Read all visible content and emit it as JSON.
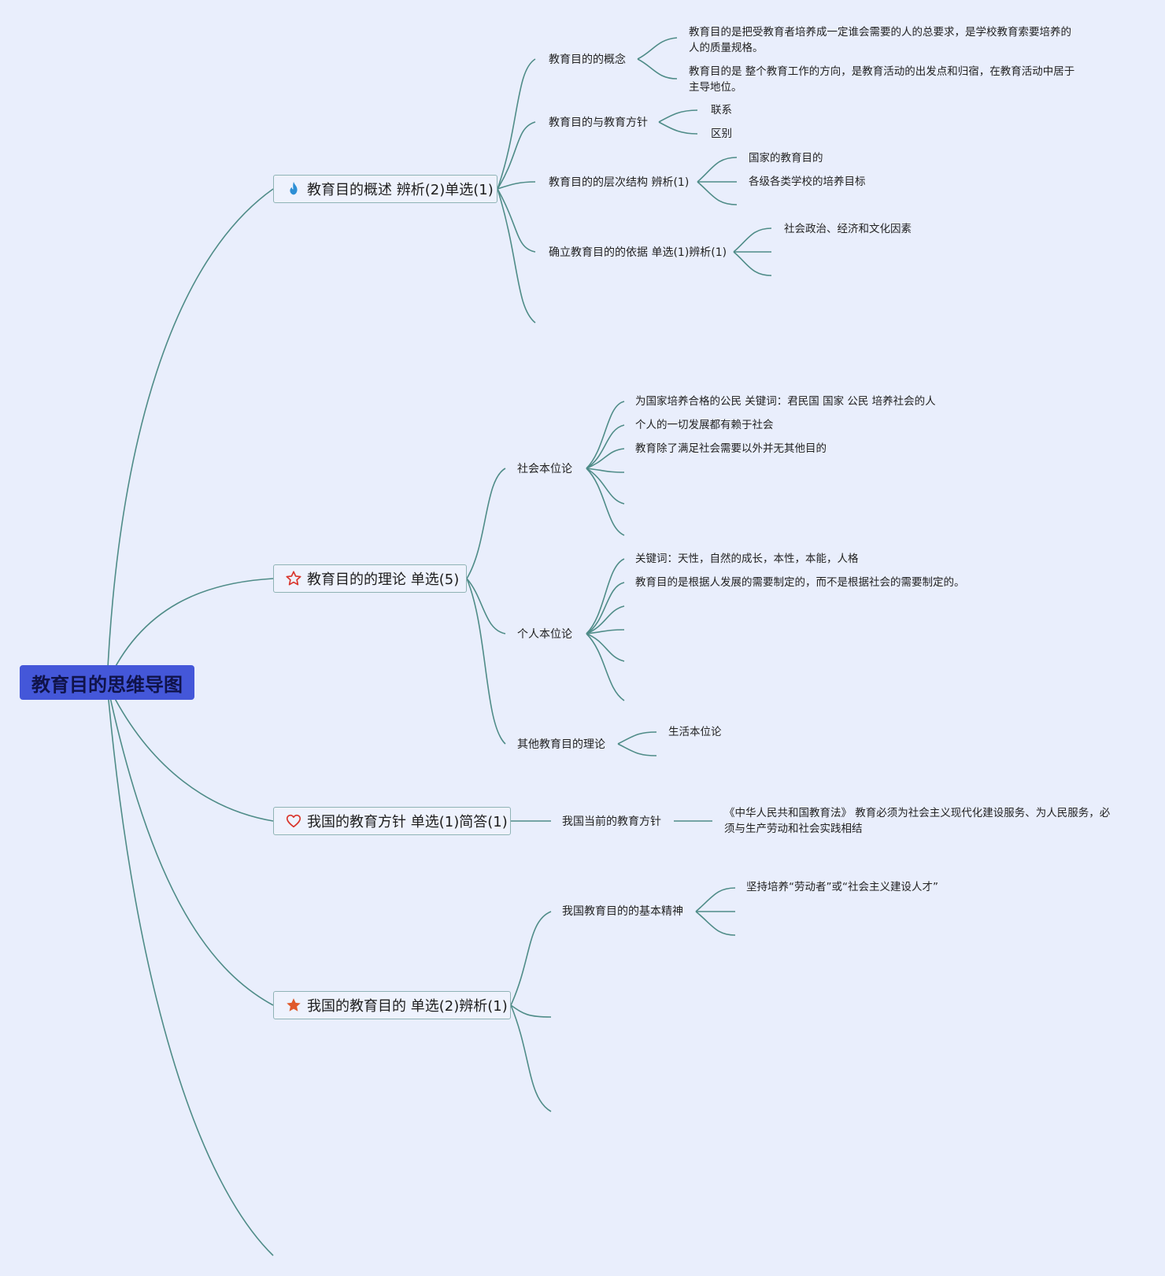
{
  "root": {
    "title": "教育目的思维导图"
  },
  "topics": [
    {
      "label": "教育目的概述 辨析(2)单选(1)",
      "icon": "fire-icon",
      "icon_color": "#2d8fd5",
      "children": [
        {
          "label": "教育目的的概念",
          "leaves": [
            "教育目的是把受教育者培养成一定谁会需要的人的总要求，是学校教育索要培养的人的质量规格。",
            "教育目的是 整个教育工作的方向，是教育活动的出发点和归宿，在教育活动中居于主导地位。"
          ]
        },
        {
          "label": "教育目的与教育方针",
          "leaves": [
            "联系",
            "区别"
          ]
        },
        {
          "label": "教育目的的层次结构 辨析(1)",
          "leaves": [
            "国家的教育目的",
            "各级各类学校的培养目标"
          ]
        },
        {
          "label": "确立教育目的的依据 单选(1)辨析(1)",
          "leaves": [
            "社会政治、经济和文化因素"
          ]
        }
      ]
    },
    {
      "label": "教育目的的理论 单选(5)",
      "icon": "star-outline-icon",
      "icon_color": "#d9342b",
      "children": [
        {
          "label": "社会本位论",
          "leaves": [
            "为国家培养合格的公民 关键词：君民国 国家 公民 培养社会的人",
            "个人的一切发展都有赖于社会",
            "教育除了满足社会需要以外并无其他目的"
          ]
        },
        {
          "label": "个人本位论",
          "leaves": [
            "关键词：天性，自然的成长，本性，本能，人格",
            "教育目的是根据人发展的需要制定的，而不是根据社会的需要制定的。"
          ]
        },
        {
          "label": "其他教育目的理论",
          "leaves": [
            "生活本位论"
          ]
        }
      ]
    },
    {
      "label": "我国的教育方针 单选(1)简答(1)",
      "icon": "heart-outline-icon",
      "icon_color": "#d9342b",
      "children": [
        {
          "label": "我国当前的教育方针",
          "leaves": [
            "《中华人民共和国教育法》 教育必须为社会主义现代化建设服务、为人民服务，必须与生产劳动和社会实践相结"
          ]
        }
      ]
    },
    {
      "label": "我国的教育目的 单选(2)辨析(1)",
      "icon": "star-filled-icon",
      "icon_color": "#e0592a",
      "children": [
        {
          "label": "我国教育目的的基本精神",
          "leaves": [
            "坚持培养“劳动者”或“社会主义建设人才”"
          ]
        }
      ]
    }
  ]
}
